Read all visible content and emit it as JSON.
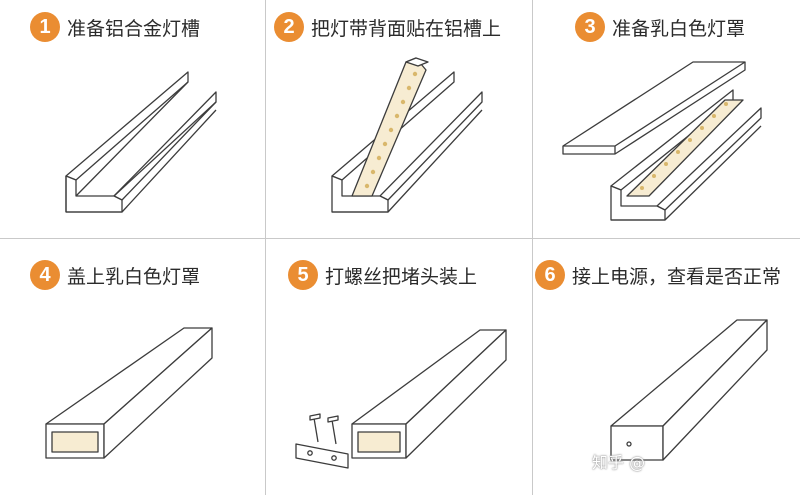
{
  "steps": [
    {
      "num": "1",
      "text": "准备铝合金灯槽"
    },
    {
      "num": "2",
      "text": "把灯带背面贴在铝槽上"
    },
    {
      "num": "3",
      "text": "准备乳白色灯罩"
    },
    {
      "num": "4",
      "text": "盖上乳白色灯罩"
    },
    {
      "num": "5",
      "text": "打螺丝把堵头装上"
    },
    {
      "num": "6",
      "text": "接上电源，查看是否正常"
    }
  ],
  "watermark": "知乎 @",
  "colors": {
    "badge": "#ea8d32",
    "stroke": "#3c3c3c",
    "led": "#e4c98a"
  },
  "icons": [
    "aluminum-channel",
    "led-strip",
    "diffuser-cover",
    "covered-channel",
    "screws",
    "end-cap"
  ]
}
